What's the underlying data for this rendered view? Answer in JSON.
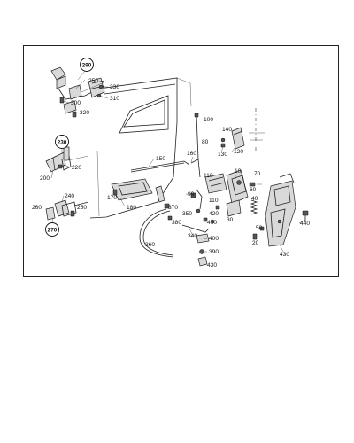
{
  "diagram": {
    "callouts": [
      {
        "id": "c290",
        "text": "290",
        "circled": true
      },
      {
        "id": "c250",
        "text": "250",
        "circled": false
      },
      {
        "id": "c330",
        "text": "330",
        "circled": false
      },
      {
        "id": "c310",
        "text": "310",
        "circled": false
      },
      {
        "id": "c300",
        "text": "300",
        "circled": false
      },
      {
        "id": "c320",
        "text": "320",
        "circled": false
      },
      {
        "id": "c230",
        "text": "230",
        "circled": true
      },
      {
        "id": "c220",
        "text": "220",
        "circled": false
      },
      {
        "id": "c200",
        "text": "200",
        "circled": false
      },
      {
        "id": "c240",
        "text": "240",
        "circled": false
      },
      {
        "id": "c250b",
        "text": "250",
        "circled": false
      },
      {
        "id": "c260",
        "text": "260",
        "circled": false
      },
      {
        "id": "c270",
        "text": "270",
        "circled": true
      },
      {
        "id": "c170",
        "text": "170",
        "circled": false
      },
      {
        "id": "c180",
        "text": "180",
        "circled": false
      },
      {
        "id": "c150",
        "text": "150",
        "circled": false
      },
      {
        "id": "c160",
        "text": "160",
        "circled": false
      },
      {
        "id": "c100",
        "text": "100",
        "circled": false
      },
      {
        "id": "c80",
        "text": "80",
        "circled": false
      },
      {
        "id": "c140",
        "text": "140",
        "circled": false
      },
      {
        "id": "c130",
        "text": "130",
        "circled": false
      },
      {
        "id": "c120",
        "text": "120",
        "circled": false
      },
      {
        "id": "c10",
        "text": "10",
        "circled": false
      },
      {
        "id": "c70",
        "text": "70",
        "circled": false
      },
      {
        "id": "c60",
        "text": "60",
        "circled": false
      },
      {
        "id": "c110",
        "text": "110",
        "circled": false
      },
      {
        "id": "c110b",
        "text": "110",
        "circled": false
      },
      {
        "id": "c90",
        "text": "90",
        "circled": false
      },
      {
        "id": "c370",
        "text": "370",
        "circled": false
      },
      {
        "id": "c380",
        "text": "380",
        "circled": false
      },
      {
        "id": "c350",
        "text": "350",
        "circled": false
      },
      {
        "id": "c420",
        "text": "420",
        "circled": false
      },
      {
        "id": "c410",
        "text": "410",
        "circled": false
      },
      {
        "id": "c340",
        "text": "340",
        "circled": false
      },
      {
        "id": "c30",
        "text": "30",
        "circled": false
      },
      {
        "id": "c40",
        "text": "40",
        "circled": false
      },
      {
        "id": "c50",
        "text": "50",
        "circled": false
      },
      {
        "id": "c20",
        "text": "20",
        "circled": false
      },
      {
        "id": "c360",
        "text": "360",
        "circled": false
      },
      {
        "id": "c400",
        "text": "400",
        "circled": false
      },
      {
        "id": "c390",
        "text": "390",
        "circled": false
      },
      {
        "id": "c430",
        "text": "430",
        "circled": false
      },
      {
        "id": "c430b",
        "text": "430",
        "circled": false
      },
      {
        "id": "c440",
        "text": "440",
        "circled": false
      }
    ]
  }
}
